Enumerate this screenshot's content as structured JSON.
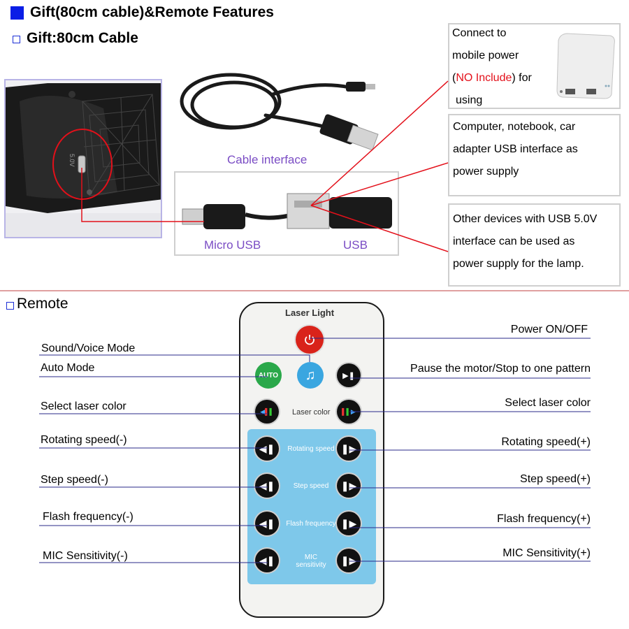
{
  "header": {
    "title": "Gift(80cm cable)&Remote Features",
    "subtitle": "Gift:80cm Cable"
  },
  "cable": {
    "interface_label": "Cable interface",
    "micro_usb_label": "Micro USB",
    "usb_label": "USB",
    "port_engraving": "5.0V"
  },
  "info_boxes": {
    "box1": {
      "line1": "Connect to",
      "line2": "mobile power",
      "open_paren": "(",
      "no_include": "NO Include",
      "after": ") for",
      "line4": "using"
    },
    "box2": {
      "line1": "Computer, notebook, car",
      "line2": "adapter USB interface as",
      "line3": "power supply"
    },
    "box3": {
      "line1": "Other devices with USB 5.0V",
      "line2": "interface can be used as",
      "line3": "power supply for the lamp."
    }
  },
  "remote_section": {
    "title": "Remote",
    "remote_brand": "Laser Light",
    "auto_button": "AUTO",
    "inner_labels": {
      "laser_color": "Laser color",
      "rotating_speed": "Rotating speed",
      "step_speed": "Step speed",
      "flash_frequency": "Flash frequency",
      "mic_line1": "MIC",
      "mic_line2": "sensitivity"
    },
    "left_labels": {
      "sound_voice": "Sound/Voice Mode",
      "auto_mode": "Auto Mode",
      "select_color": "Select laser color",
      "rot_minus": "Rotating speed(-)",
      "step_minus": "Step speed(-)",
      "flash_minus": "Flash frequency(-)",
      "mic_minus": "MIC Sensitivity(-)"
    },
    "right_labels": {
      "power": "Power ON/OFF",
      "pause": "Pause the motor/Stop to one pattern",
      "select_color": "Select laser color",
      "rot_plus": "Rotating speed(+)",
      "step_plus": "Step speed(+)",
      "flash_plus": "Flash frequency(+)",
      "mic_plus": "MIC Sensitivity(+)"
    }
  },
  "colors": {
    "accent_blue": "#0a1ee6",
    "pointer_red": "#e3101a",
    "label_purple": "#7a4cc4",
    "line_navy": "#2a2a8a",
    "panel_blue": "#7ec8ea"
  }
}
